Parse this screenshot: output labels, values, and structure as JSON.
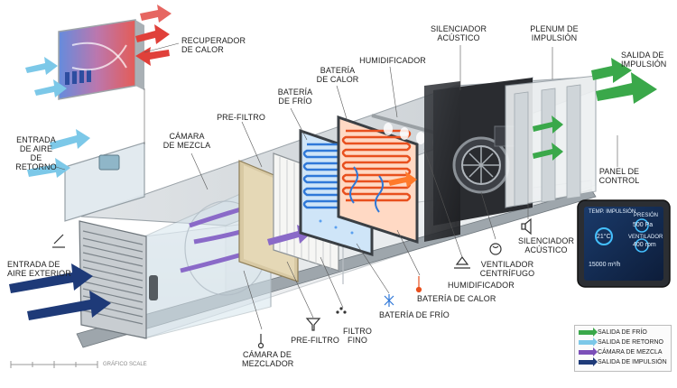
{
  "labels": {
    "recuperador": "RECUPERADOR\nDE CALOR",
    "entrada_retorno": "ENTRADA\nDE AIRE\nDE RETORNO",
    "camara_mezcla_top": "CÁMARA\nDE MEZCLA",
    "prefiltro_top": "PRE-FILTRO",
    "bateria_frio_top": "BATERÍA\nDE FRÍO",
    "bateria_calor_top": "BATERÍA\nDE CALOR",
    "humidificador_top": "HUMIDIFICADOR",
    "silenciador_top": "SILENCIADOR\nACÚSTICO",
    "plenum": "PLENUM DE\nIMPULSIÓN",
    "salida_impulsion": "SALIDA DE\nIMPULSIÓN",
    "panel_control": "PANEL DE\nCONTROL",
    "entrada_exterior": "ENTRADA DE\nAIRE EXTERIOR",
    "camara_mezclador": "CÁMARA DE\nMEZCLADOR",
    "prefiltro_bottom": "PRE-FILTRO",
    "filtro_fino": "FILTRO FINO",
    "bateria_frio_bottom": "BATERÍA DE FRÍO",
    "bateria_calor_bottom": "BATERÍA DE CALOR",
    "humidificador_bottom": "HUMIDIFICADOR",
    "ventilador": "VENTILADOR\nCENTRÍFUGO",
    "silenciador_bottom": "SILENCIADOR\nACÚSTICO"
  },
  "legend": [
    {
      "label": "SALIDA DE FRÍO",
      "color": "#3aa84a"
    },
    {
      "label": "SALIDA DE RETORNO",
      "color": "#7cc8e8"
    },
    {
      "label": "CÁMARA DE MEZCLA",
      "color": "#7b4fb8"
    },
    {
      "label": "SALIDA DE IMPULSIÓN",
      "color": "#1e3a78"
    }
  ],
  "panel": {
    "temp_label": "TEMP. IMPULSIÓN",
    "temp_value": "21°C",
    "flow_value": "15000 m³/h",
    "pres_label": "PRESIÓN",
    "pres_value": "500 Pa",
    "fan_label": "VENTILADOR",
    "fan_value": "400 rpm"
  },
  "scale_label": "GRÁFICO SCALE",
  "colors": {
    "supply": "#3aa84a",
    "return": "#7cc8e8",
    "mix": "#7b4fb8",
    "outdoor": "#1e3a78",
    "cold": "#2f78d8",
    "hot": "#e8501e"
  }
}
